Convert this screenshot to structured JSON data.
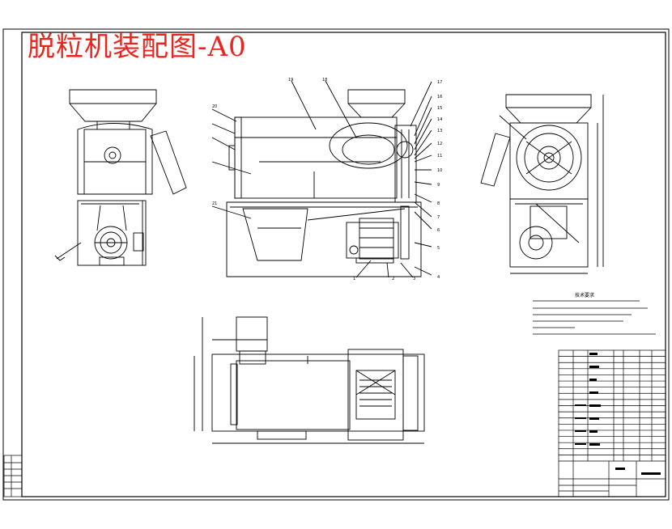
{
  "title": "脱粒机装配图-A0",
  "colors": {
    "title": "#e8261f",
    "line": "#000000",
    "paper": "#ffffff"
  },
  "views": [
    {
      "name": "left-side-view"
    },
    {
      "name": "front-view"
    },
    {
      "name": "right-side-view"
    },
    {
      "name": "top-view"
    }
  ],
  "balloons": [
    "1",
    "2",
    "3",
    "4",
    "5",
    "6",
    "7",
    "8",
    "9",
    "10",
    "11",
    "12",
    "13",
    "14",
    "15",
    "16",
    "17",
    "18",
    "19",
    "20",
    "21"
  ],
  "note_heading": "技术要求",
  "bom_rows": 18
}
